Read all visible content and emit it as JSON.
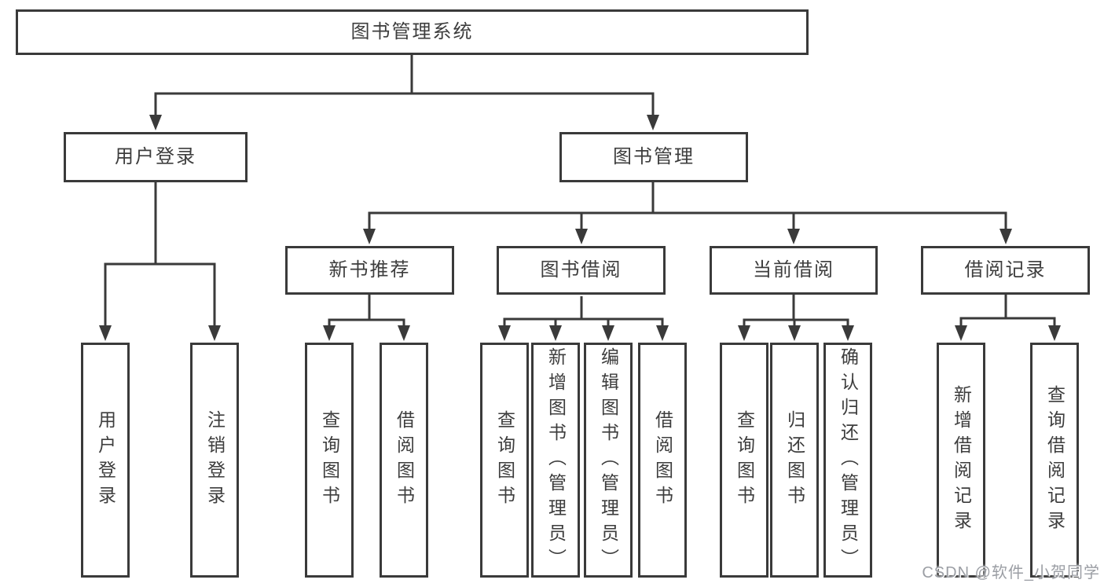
{
  "tree": {
    "label": "图书管理系统",
    "children": [
      {
        "label": "用户登录",
        "children": [
          {
            "label": "用户登录"
          },
          {
            "label": "注销登录"
          }
        ]
      },
      {
        "label": "图书管理",
        "children": [
          {
            "label": "新书推荐",
            "children": [
              {
                "label": "查询图书"
              },
              {
                "label": "借阅图书"
              }
            ]
          },
          {
            "label": "图书借阅",
            "children": [
              {
                "label": "查询图书"
              },
              {
                "label": "新增图书（管理员）"
              },
              {
                "label": "编辑图书（管理员）"
              },
              {
                "label": "借阅图书"
              }
            ]
          },
          {
            "label": "当前借阅",
            "children": [
              {
                "label": "查询图书"
              },
              {
                "label": "归还图书"
              },
              {
                "label": "确认归还（管理员）"
              }
            ]
          },
          {
            "label": "借阅记录",
            "children": [
              {
                "label": "新增借阅记录"
              },
              {
                "label": "查询借阅记录"
              }
            ]
          }
        ]
      }
    ]
  },
  "watermark": {
    "text": "CSDN @软件_小贺同学"
  },
  "colors": {
    "line": "#3a3a3a",
    "box_border": "#3a3a3a",
    "text": "#3d3d3d",
    "watermark_text": "#9b9ea4",
    "background": "#ffffff"
  }
}
